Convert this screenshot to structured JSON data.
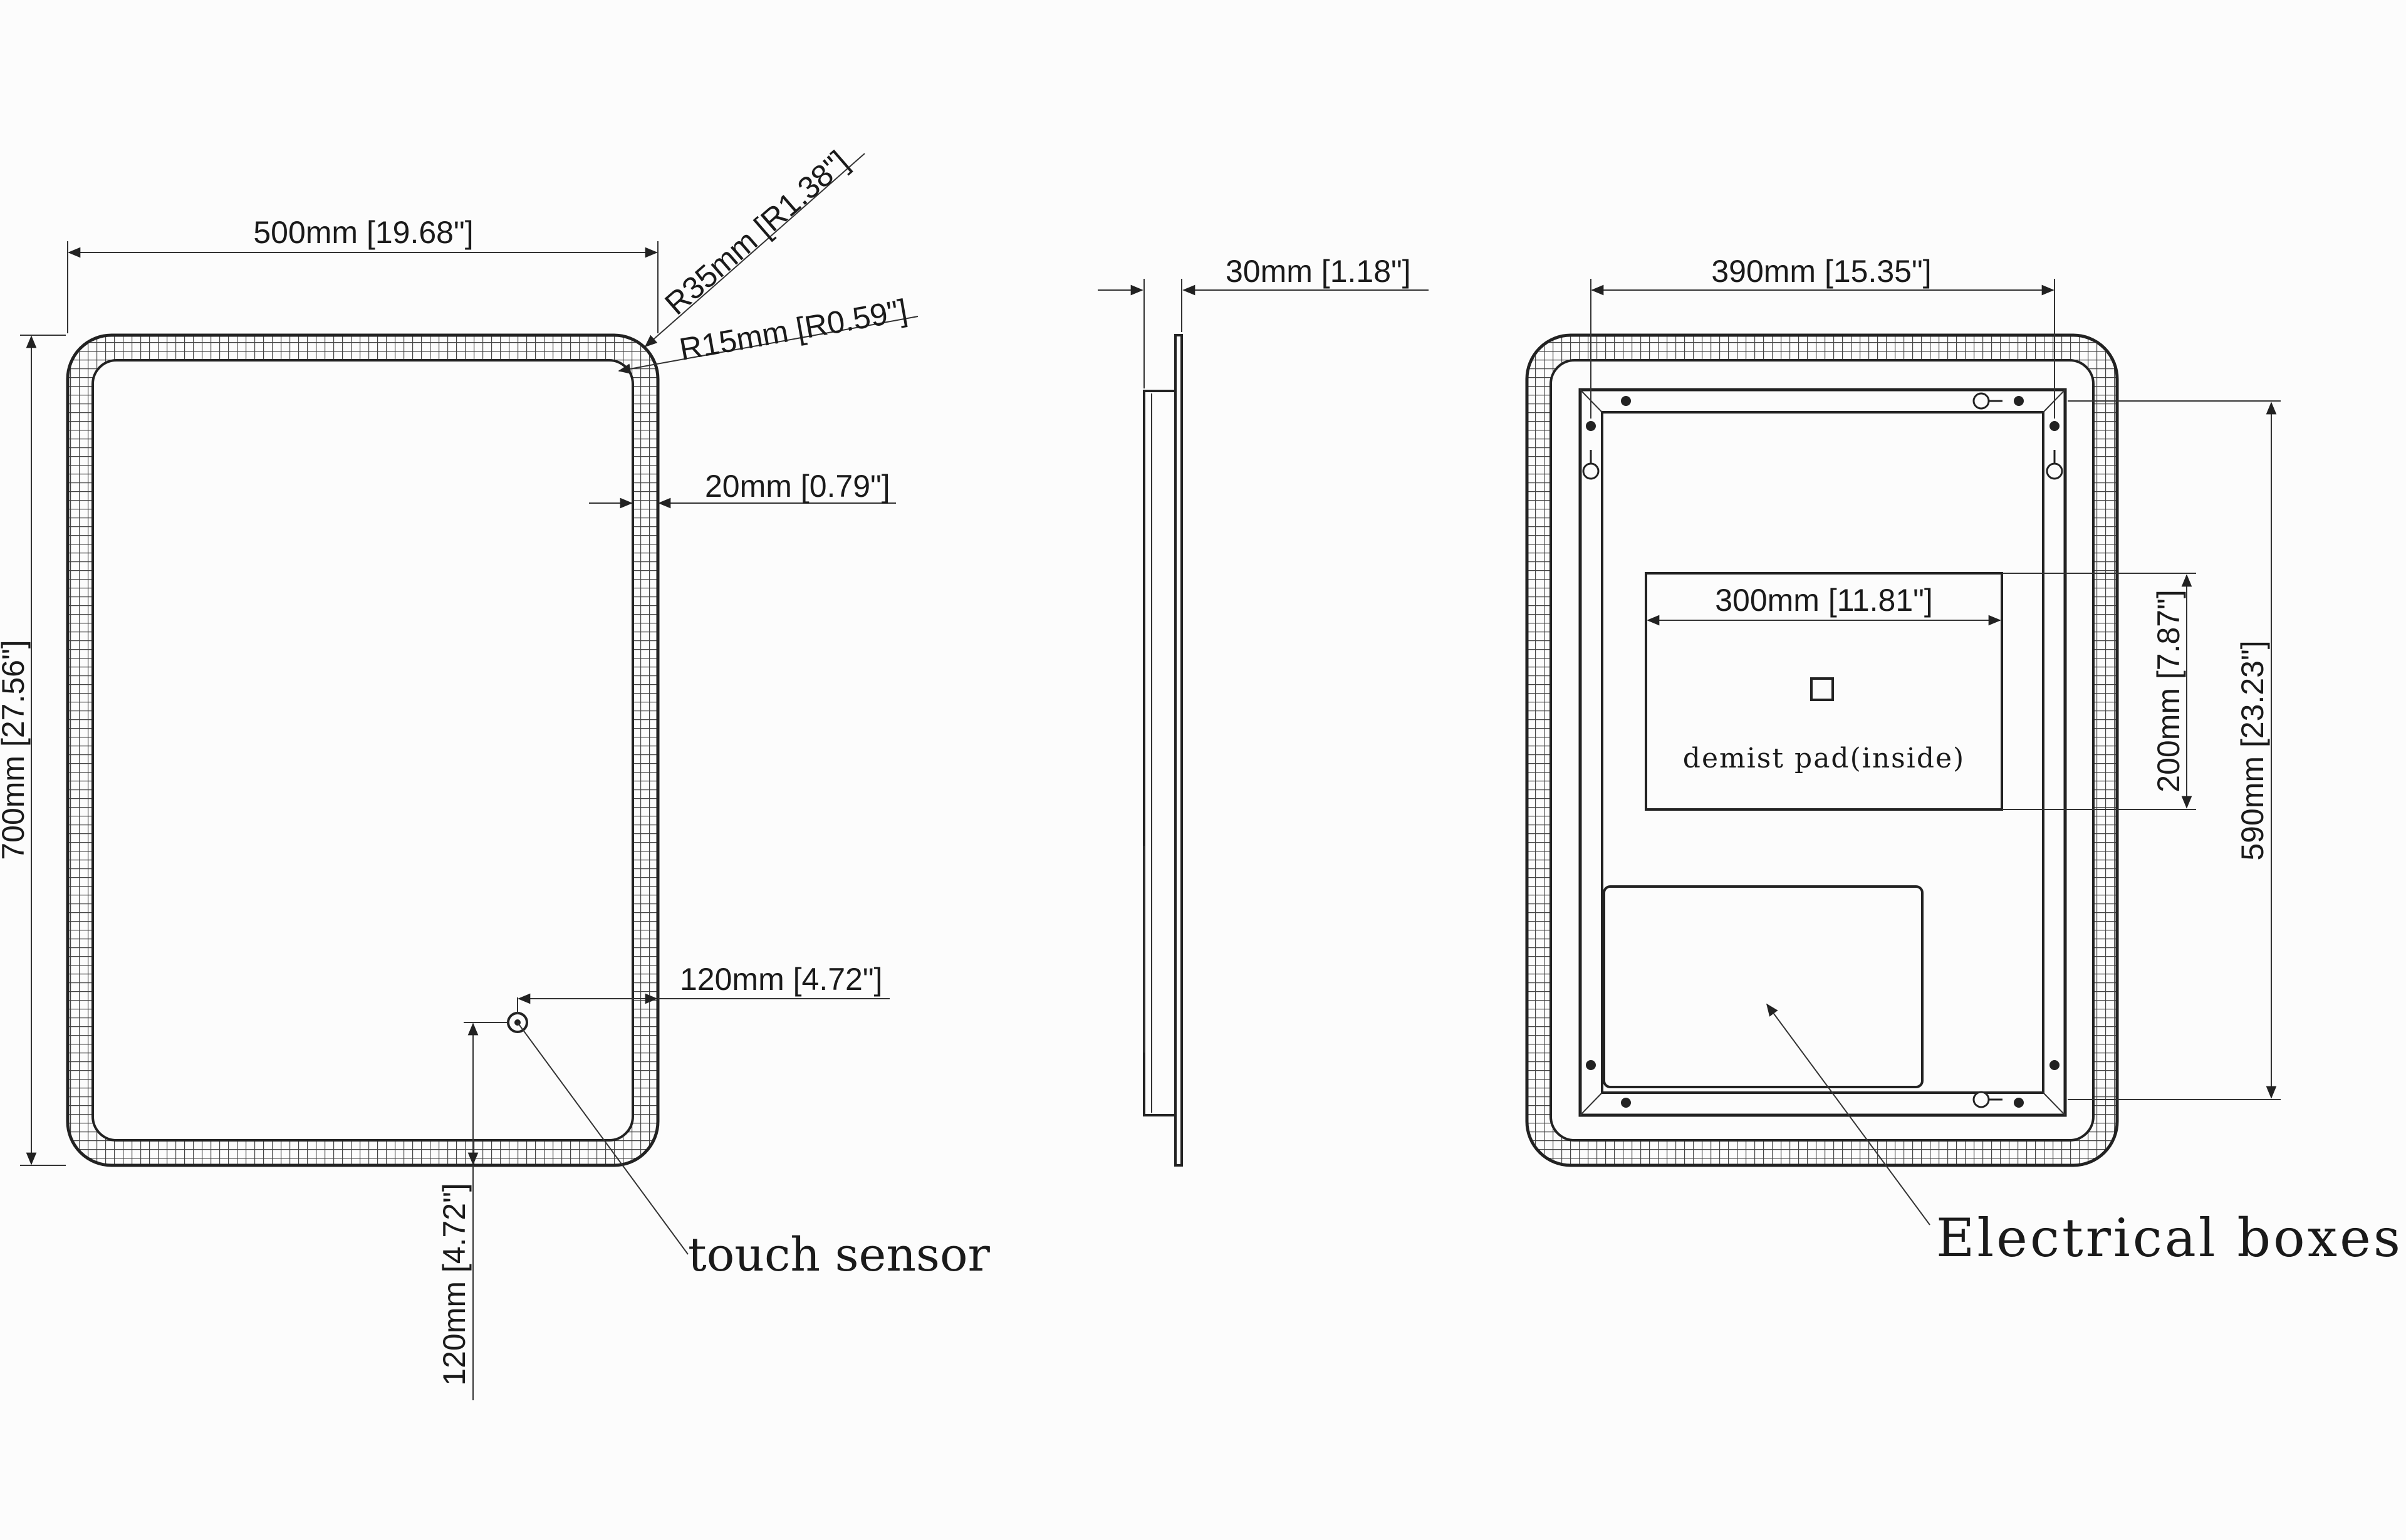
{
  "front_view": {
    "width_label": "500mm [19.68\"]",
    "height_label": "700mm [27.56\"]",
    "outer_radius_label": "R35mm [R1.38\"]",
    "inner_radius_label": "R15mm [R0.59\"]",
    "border_label": "20mm [0.79\"]",
    "sensor_x_label": "120mm [4.72\"]",
    "sensor_y_label": "120mm [4.72\"]",
    "sensor_callout": "touch sensor"
  },
  "side_view": {
    "depth_label": "30mm [1.18\"]"
  },
  "back_view": {
    "bracket_width_label": "390mm [15.35\"]",
    "bracket_height_label": "590mm [23.23\"]",
    "pad_width_label": "300mm [11.81\"]",
    "pad_height_label": "200mm [7.87\"]",
    "pad_callout": "demist pad(inside)",
    "electrical_callout": "Electrical boxes"
  }
}
